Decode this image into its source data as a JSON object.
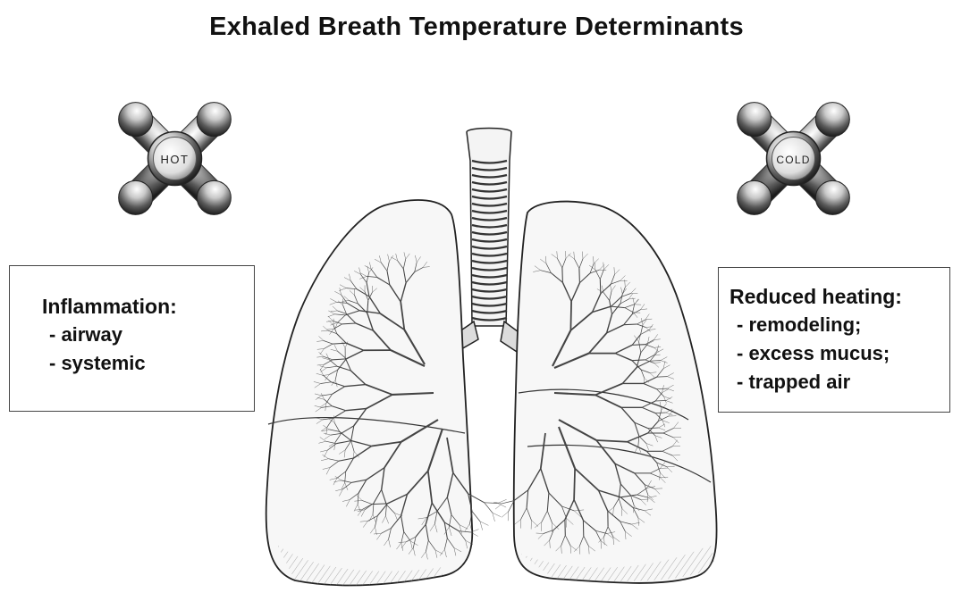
{
  "title": "Exhaled Breath Temperature  Determinants",
  "hot_tap": {
    "label": "HOT"
  },
  "cold_tap": {
    "label": "COLD"
  },
  "left_box": {
    "heading": "Inflammation:",
    "items": [
      "- airway",
      "- systemic"
    ]
  },
  "right_box": {
    "heading": "Reduced heating:",
    "items": [
      "- remodeling;",
      "- excess mucus;",
      "- trapped air"
    ]
  },
  "icons": [
    "hot-tap-handle-icon",
    "cold-tap-handle-icon",
    "lungs-illustration"
  ]
}
